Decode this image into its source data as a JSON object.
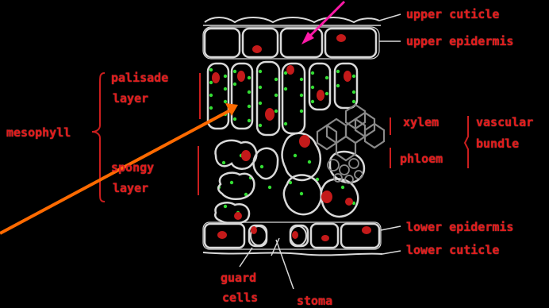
{
  "labels": {
    "upper_cuticle": "upper cuticle",
    "upper_epidermis": "upper epidermis",
    "palisade": "palisade",
    "layer_palisade": "layer",
    "mesophyll": "mesophyll",
    "spongy": "spongy",
    "layer_spongy": "layer",
    "xylem": "xylem",
    "phloem": "phloem",
    "vascular": "vascular",
    "bundle": "bundle",
    "lower_epidermis": "lower epidermis",
    "lower_cuticle": "lower cuticle",
    "guard": "guard",
    "cells": "cells",
    "stoma": "stoma"
  },
  "colors": {
    "background": "#000000",
    "label": "#e01b1b",
    "cell_wall": "#d9d9d9",
    "bracket": "#cc1e1e",
    "nucleus": "#c41a1a",
    "chloroplast": "#33dd33",
    "pink_arrow": "#ff1aa8",
    "orange_arrow": "#ff6a00"
  }
}
